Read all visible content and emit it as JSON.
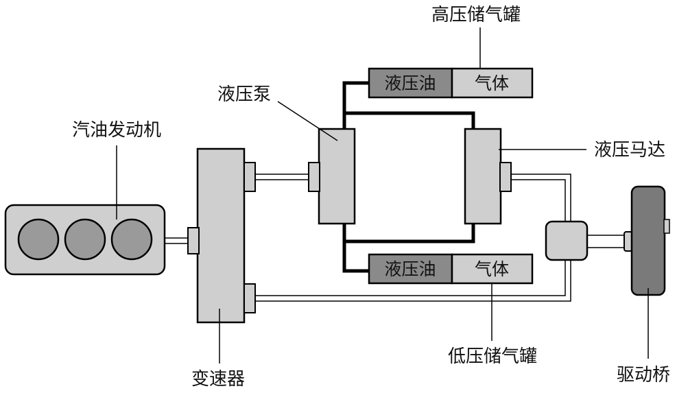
{
  "labels": {
    "engine": "汽油发动机",
    "transmission": "变速器",
    "pump": "液压泵",
    "motor": "液压马达",
    "hp_tank": "高压储气罐",
    "lp_tank": "低压储气罐",
    "axle": "驱动桥"
  },
  "tanks": {
    "hp": {
      "oil": "液压油",
      "gas": "气体"
    },
    "lp": {
      "oil": "液压油",
      "gas": "气体"
    }
  },
  "colors": {
    "light_fill": "#cfcfcf",
    "dark_fill": "#8a8a8a",
    "cylinder": "#9a9a9a",
    "axle_fill": "#7a7a7a",
    "stroke": "#000000"
  }
}
